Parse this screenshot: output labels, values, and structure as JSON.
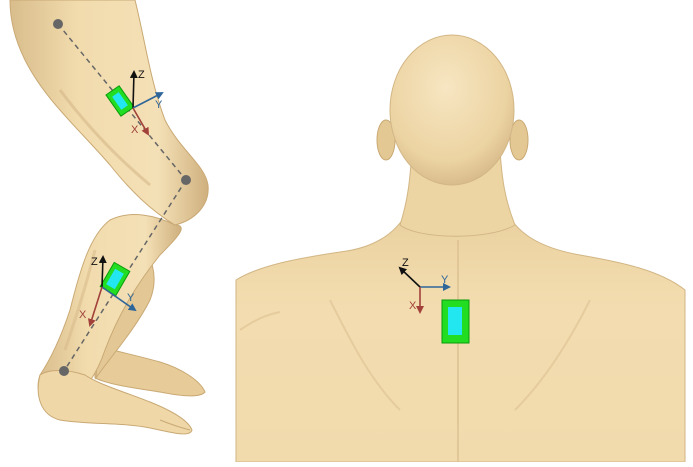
{
  "colors": {
    "skin": "#f2dcae",
    "skin_shade": "#d9bd8c",
    "skin_dark": "#b99a6a",
    "sensor_outer": "#22dd22",
    "sensor_inner": "#22e6f0",
    "axis_x": "#a1413a",
    "axis_y": "#2f6699",
    "axis_z": "#111111",
    "joint": "#666666",
    "segment_line": "#666666"
  },
  "leg_view": {
    "thigh_sensor": {
      "axis_labels": {
        "x": "X",
        "y": "Y",
        "z": "Z"
      }
    },
    "shank_sensor": {
      "axis_labels": {
        "x": "X",
        "y": "Y",
        "z": "Z"
      }
    }
  },
  "back_view": {
    "upper_back_sensor": {
      "axis_labels": {
        "x": "X",
        "y": "Y",
        "z": "Z"
      }
    }
  }
}
